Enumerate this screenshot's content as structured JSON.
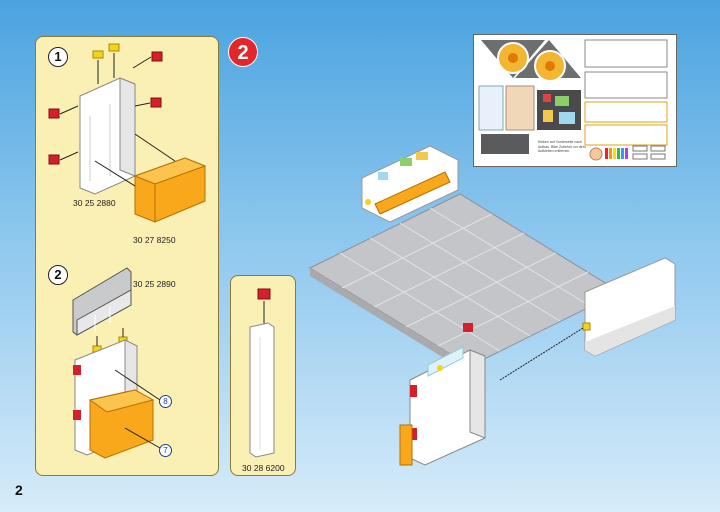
{
  "page": {
    "number": "2",
    "main_step": "2",
    "colors": {
      "accent_red": "#e3252c",
      "panel_yellow": "#fbf0b3",
      "part_orange": "#f9a81b",
      "sky_blue": "#4aa3df"
    }
  },
  "sub_steps": {
    "step1": {
      "number": "1",
      "part_numbers": [
        "30 25 2880",
        "30 27 8250"
      ]
    },
    "step2": {
      "number": "2",
      "part_numbers": [
        "30 25 2890"
      ],
      "callouts": [
        "8",
        "7"
      ]
    },
    "side": {
      "part_number": "30 28 6200"
    }
  },
  "sticker_sheet": {
    "note": "Kleben auf Vorderseite nach Aufbau. Bitte Zubehör vor dem Aufkleben entfernen."
  }
}
